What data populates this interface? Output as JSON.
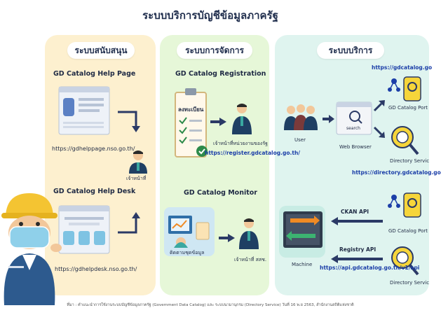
{
  "title": "ระบบบริการบัญชีข้อมูลภาครัฐ",
  "sections": {
    "support": {
      "heading": "ระบบสนับสนุน",
      "help_page": {
        "title": "GD Catalog Help Page",
        "url": "https://gdhelppage.nso.go.th/"
      },
      "help_desk": {
        "title": "GD Catalog Help Desk",
        "url": "https://gdhelpdesk.nso.go.th/"
      },
      "staff_label": "เจ้าหน้าที่"
    },
    "management": {
      "heading": "ระบบการจัดการ",
      "registration": {
        "title": "GD Catalog Registration",
        "form_label": "ลงทะเบียน",
        "person_label": "เจ้าหน้าที่หน่วยงานของรัฐ",
        "url": "https://register.gdcatalog.go.th/"
      },
      "monitor": {
        "title": "GD Catalog Monitor",
        "screen_label": "ติดตามชุดข้อมูล",
        "person_label": "เจ้าหน้าที่ สสช."
      }
    },
    "service": {
      "heading": "ระบบบริการ",
      "portal_url": "https://gdcatalog.go",
      "user_label": "User",
      "browser_label": "Web Browser",
      "search_text": "search",
      "portal_label": "GD Catalog Port",
      "directory_label": "Directory Servic",
      "directory_url": "https://directory.gdcatalog.go",
      "ckan_api": "CKAN API",
      "registry_api": "Registry API",
      "machine_label": "Machine",
      "api_url": "https://api.gdcatalog.go.th/v1/api",
      "portal_label_2": "GD Catalog Port",
      "directory_label_2": "Directory Servic"
    }
  },
  "source_note": "ที่มา : คำแนะนำการใช้งานระบบบัญชีข้อมูลภาครัฐ (Government Data Catalog) และ ระบบนามานุกรม (Directory Service) วันที่ 16 พ.ย 2563, สำนักงานสถิติแห่งชาติ",
  "colors": {
    "support_bg": "#fdf0cf",
    "management_bg": "#e6f7d8",
    "service_bg": "#dff4ef",
    "arrow": "#2b3a66",
    "link_blue": "#1c3fa8"
  }
}
